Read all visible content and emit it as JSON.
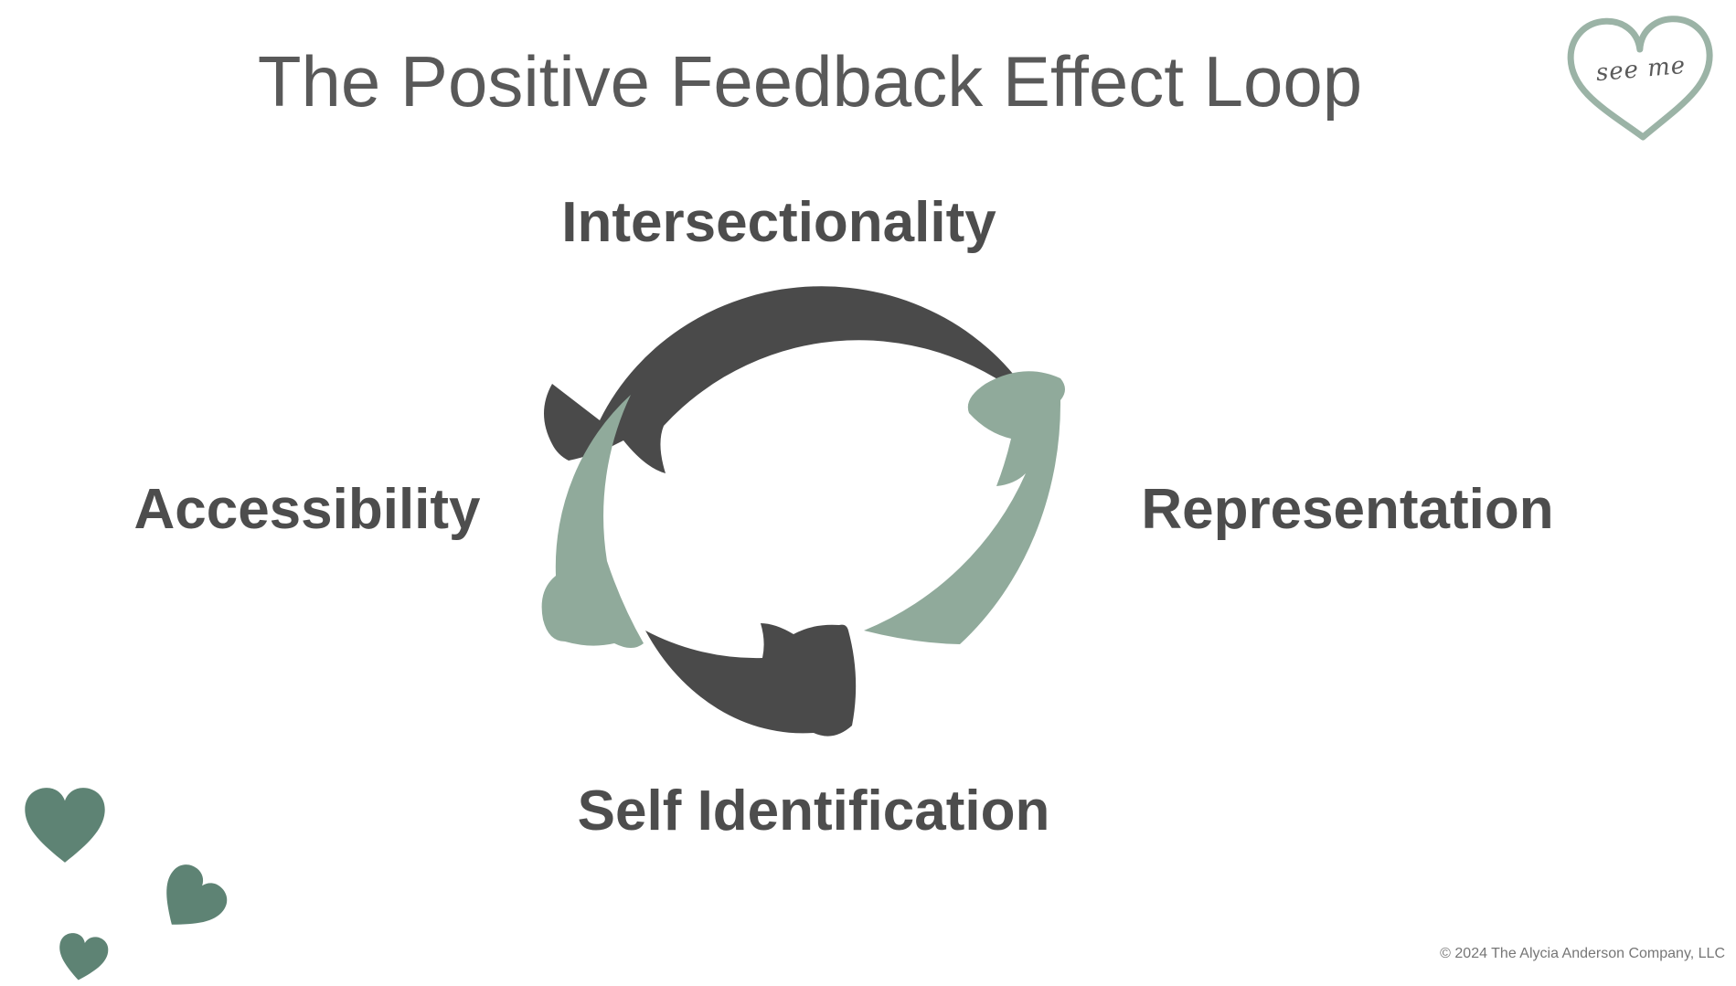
{
  "slide": {
    "title": "The Positive Feedback Effect Loop",
    "loop": {
      "top_label": "Intersectionality",
      "right_label": "Representation",
      "bottom_label": "Self Identification",
      "left_label": "Accessibility"
    },
    "diagram": {
      "type": "cycle",
      "direction": "counterclockwise",
      "nodes": [
        {
          "label": "Intersectionality",
          "position": "top",
          "arrow_color": "#4a4a4a"
        },
        {
          "label": "Accessibility",
          "position": "left",
          "arrow_color": "#90aa9b"
        },
        {
          "label": "Self Identification",
          "position": "bottom",
          "arrow_color": "#4a4a4a"
        },
        {
          "label": "Representation",
          "position": "right",
          "arrow_color": "#90aa9b"
        }
      ]
    },
    "logo": {
      "text": "see me"
    },
    "footer": {
      "copyright": "© 2024 The Alycia Anderson Company, LLC"
    },
    "colors": {
      "arrow_dark": "#4a4a4a",
      "arrow_green": "#90aa9b",
      "heart_green": "#5e8374",
      "logo_outline_green": "#9bb3a6",
      "logo_text_gray": "#5a5a5a",
      "title_gray": "#595959",
      "label_gray": "#4d4d4d"
    }
  }
}
